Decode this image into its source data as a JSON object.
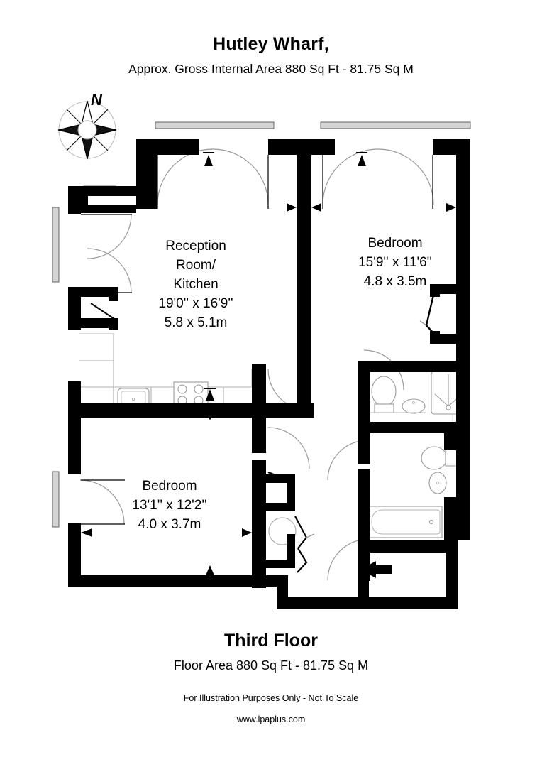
{
  "header": {
    "title": "Hutley Wharf,",
    "subtitle": "Approx. Gross Internal Area 880 Sq Ft - 81.75 Sq M"
  },
  "footer": {
    "floor_title": "Third Floor",
    "floor_area": "Floor Area 880 Sq Ft - 81.75 Sq M",
    "disclaimer": "For Illustration Purposes Only - Not To Scale",
    "url": "www.lpaplus.com"
  },
  "compass": {
    "north_label": "N"
  },
  "rooms": [
    {
      "id": "reception-kitchen",
      "name_line1": "Reception",
      "name_line2": "Room/",
      "name_line3": "Kitchen",
      "dim_imperial": "19'0'' x 16'9''",
      "dim_metric": "5.8 x 5.1m"
    },
    {
      "id": "bedroom-1",
      "name_line1": "Bedroom",
      "dim_imperial": "15'9'' x 11'6''",
      "dim_metric": "4.8 x 3.5m"
    },
    {
      "id": "bedroom-2",
      "name_line1": "Bedroom",
      "dim_imperial": "13'1'' x 12'2''",
      "dim_metric": "4.0 x 3.7m"
    }
  ],
  "colors": {
    "wall": "#000000",
    "background": "#ffffff",
    "fixture_line": "#9a9a9a",
    "door_arc": "#9a9a9a",
    "window_hatch": "#c9c9c9"
  },
  "fixtures": {
    "kitchen": [
      "sink",
      "hob"
    ],
    "ensuite": [
      "toilet",
      "basin",
      "shower"
    ],
    "bathroom": [
      "toilet",
      "basin",
      "bath"
    ],
    "hall": [
      "cylinder-cupboard",
      "storage-cupboard"
    ]
  },
  "entrance": {
    "marker": "entry-arrow"
  }
}
